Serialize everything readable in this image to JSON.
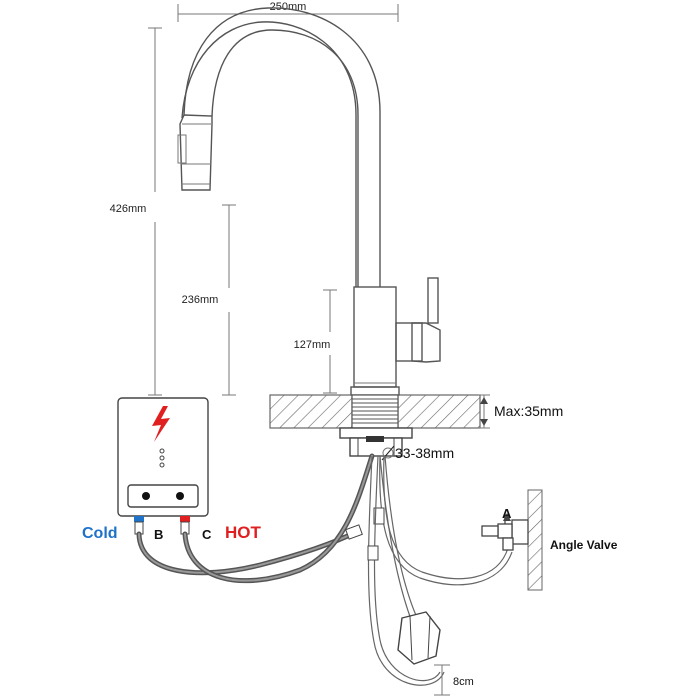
{
  "dimensions": {
    "width": "250mm",
    "height_total": "426mm",
    "height_spout": "236mm",
    "height_body": "127mm",
    "max_thickness": "Max:35mm",
    "hole_diameter": "33-38mm",
    "hose_gap": "8cm"
  },
  "labels": {
    "cold": "Cold",
    "hot": "HOT",
    "port_b": "B",
    "port_c": "C",
    "port_a": "A",
    "angle_valve": "Angle Valve"
  },
  "colors": {
    "cold": "#1e73c8",
    "hot": "#e02020",
    "lightning": "#e02020",
    "countertop_hatch": "#666666"
  },
  "icons": {
    "heater_symbol": "lightning-icon",
    "diameter_symbol": "diameter-icon"
  }
}
